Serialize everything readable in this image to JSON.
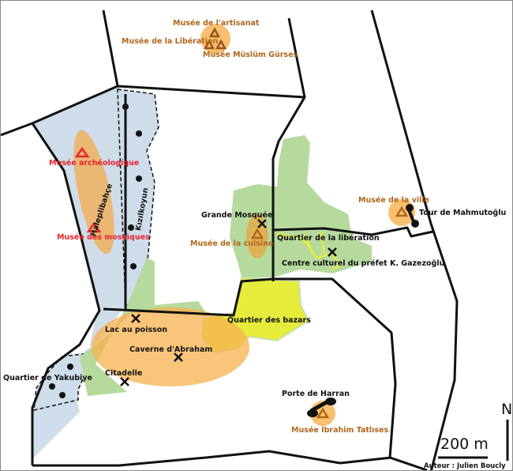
{
  "museums_orange": [
    "Musée de l'artisanat",
    "Musée de la Libération",
    "Musée Müslüm Gürses",
    "Musée de la ville",
    "Musée de la cuisine",
    "Musée İbrahim Tatlıses"
  ],
  "museums_red": [
    "Musée archéologique",
    "Musée des mosaïques"
  ],
  "sites": [
    "Grande Mosquée",
    "Quartier de la libération",
    "Centre culturel du préfet K. Gazezoğlu",
    "Tour de Mahmutoğlu",
    "Quartier des bazars",
    "Lac au poisson",
    "Caverne d'Abraham",
    "Citadelle",
    "Quartier de Yakubiye",
    "Porte de Harran"
  ],
  "districts": [
    "Haleplibahçe",
    "Kızılkoyun"
  ],
  "scale": "200 m",
  "north": "N",
  "author": "Auteur : Julien Boucly",
  "colors": {
    "blue_zone": "#cfdcea",
    "green_zone": "#b6d99d",
    "yellow_zone": "#e6ec3c",
    "orange_zone": "#f7b24d",
    "museum": "#b0661c",
    "red_museum": "#e8242f"
  }
}
